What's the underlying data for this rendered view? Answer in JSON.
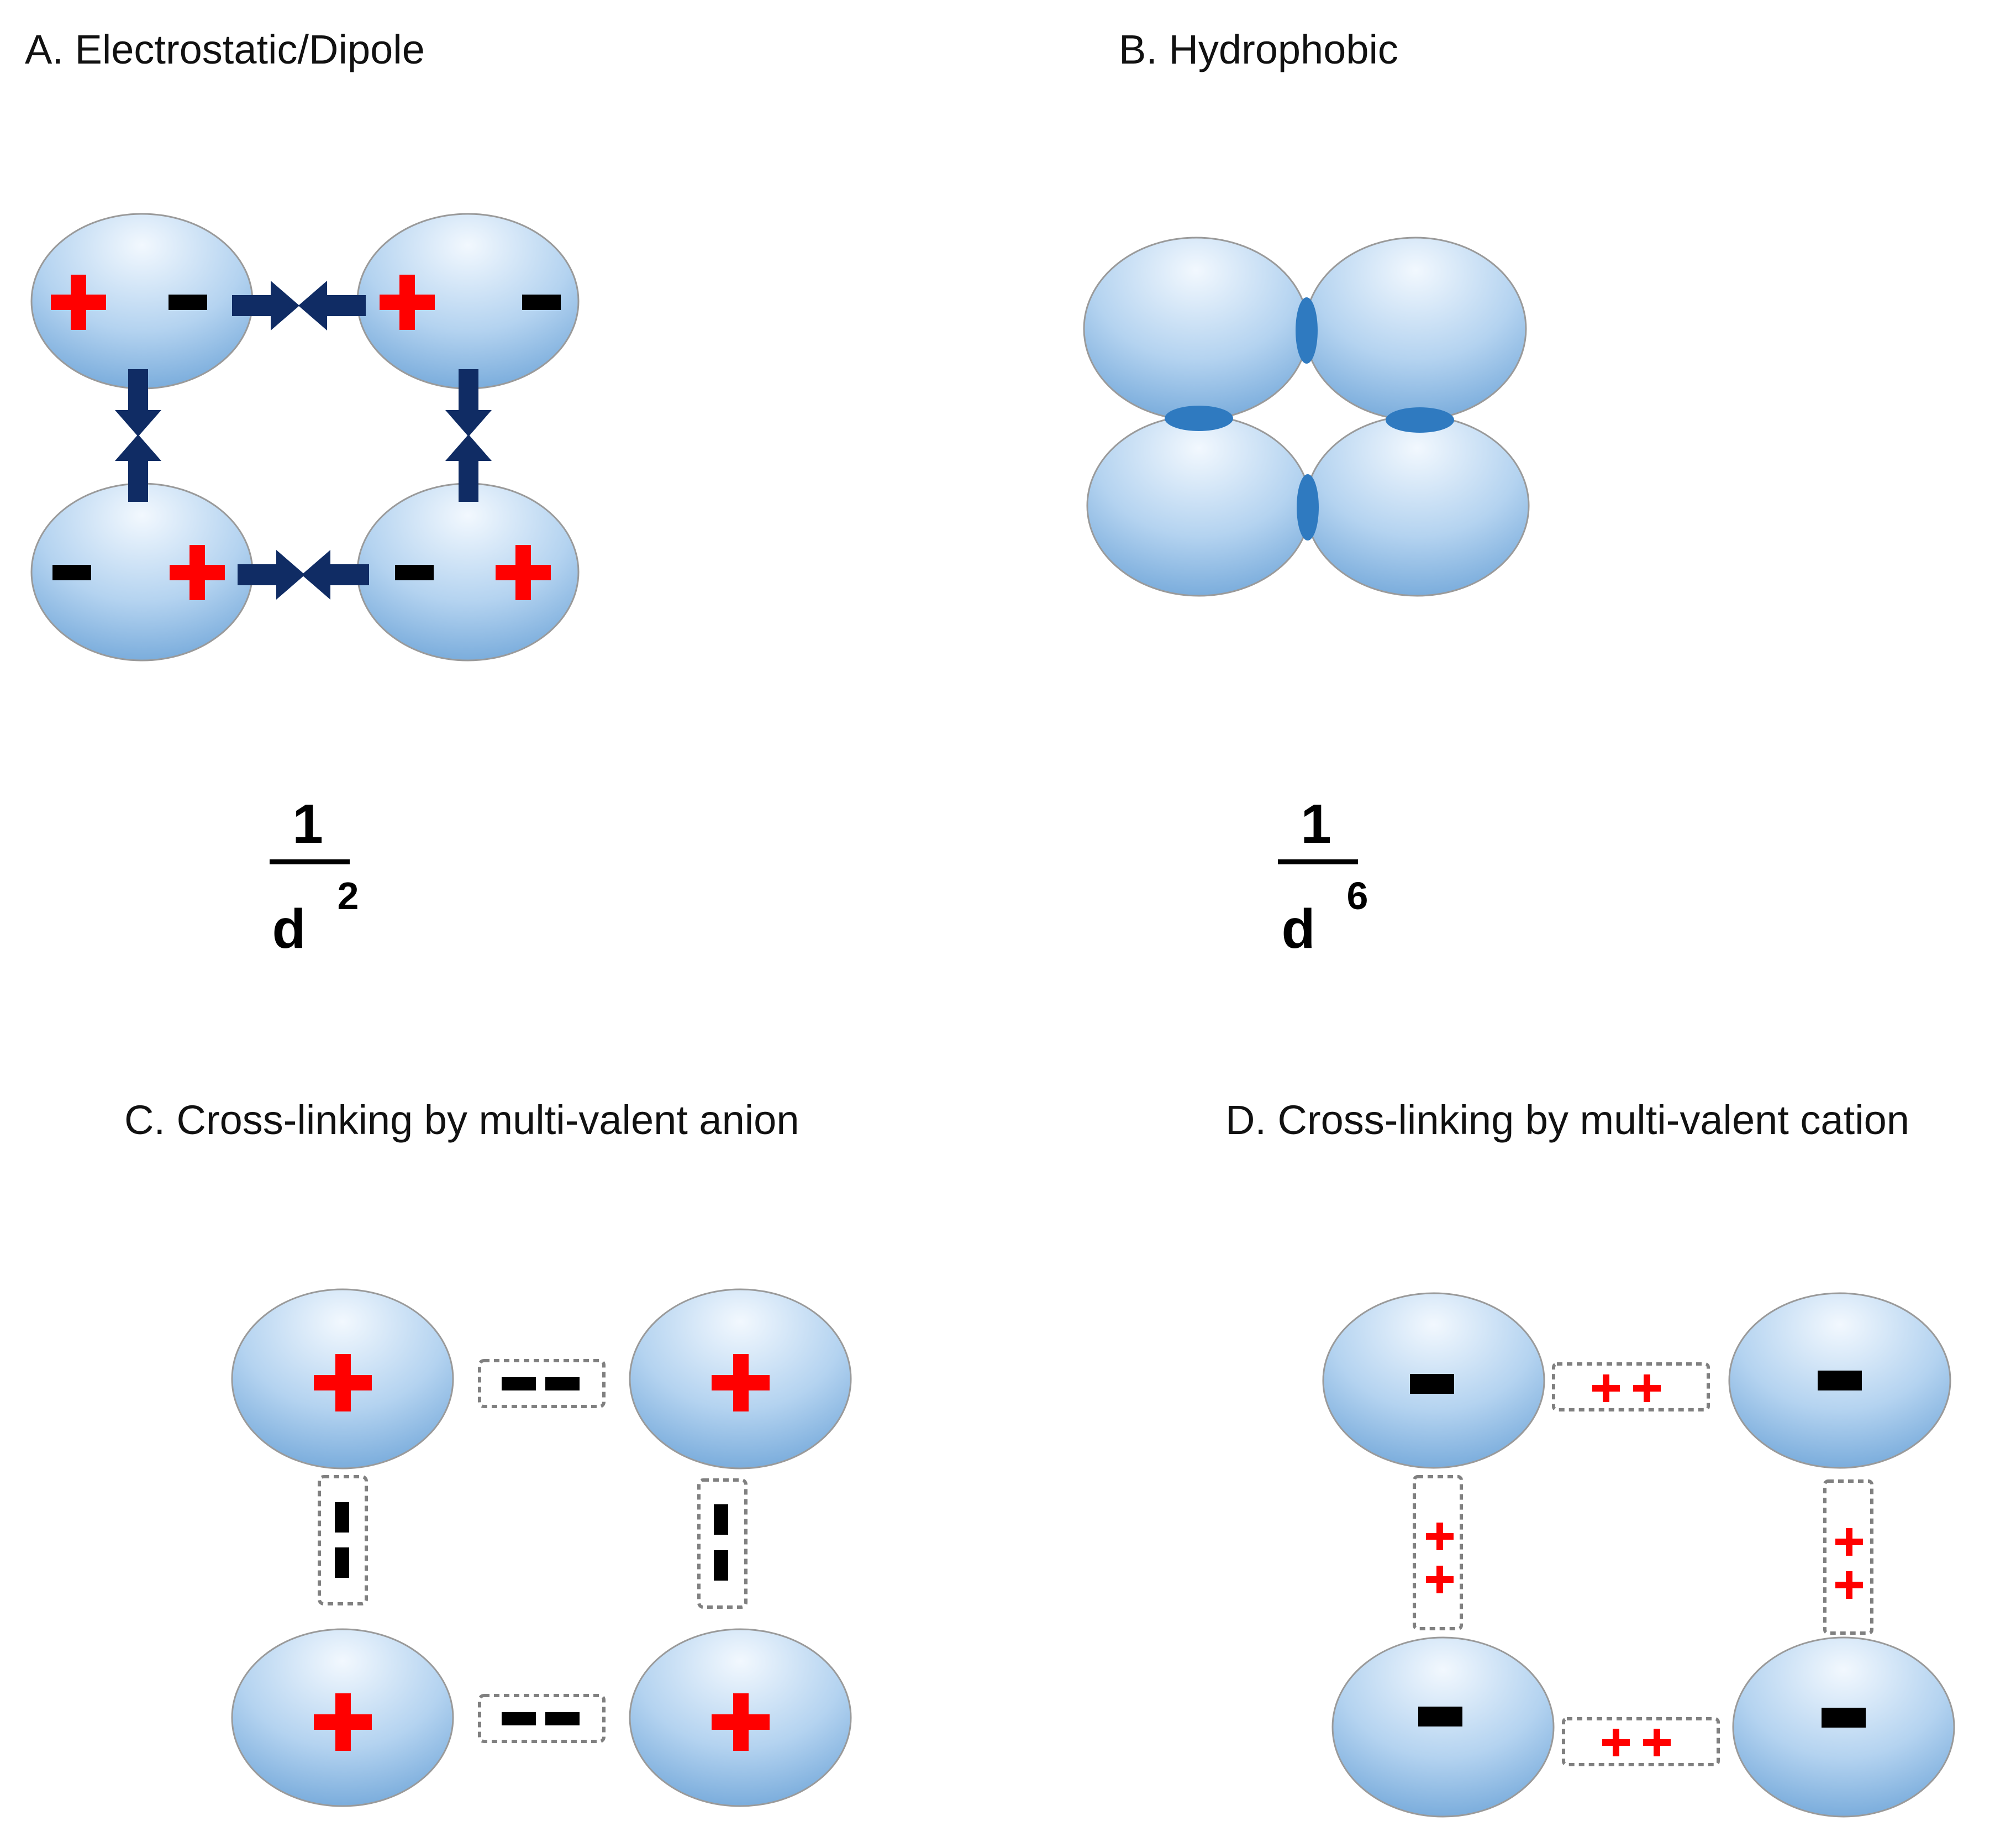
{
  "panels": {
    "a": {
      "title": "A. Electrostatic/Dipole",
      "scaling": {
        "numerator": "1",
        "base": "d",
        "exponent": "2"
      }
    },
    "b": {
      "title": "B. Hydrophobic",
      "scaling": {
        "numerator": "1",
        "base": "d",
        "exponent": "6"
      }
    },
    "c": {
      "title": "C. Cross-linking by multi-valent anion"
    },
    "d": {
      "title": "D. Cross-linking by multi-valent cation"
    }
  },
  "colors": {
    "particle_light": "#eef6fd",
    "particle_dark": "#7aaedb",
    "particle_stroke": "#9a9a9a",
    "hydrophobic_contact": "#2f7ac0",
    "arrow": "#102c64",
    "positive_charge": "#ff0000",
    "negative_charge": "#000000",
    "crosslinker_border": "#808080"
  }
}
